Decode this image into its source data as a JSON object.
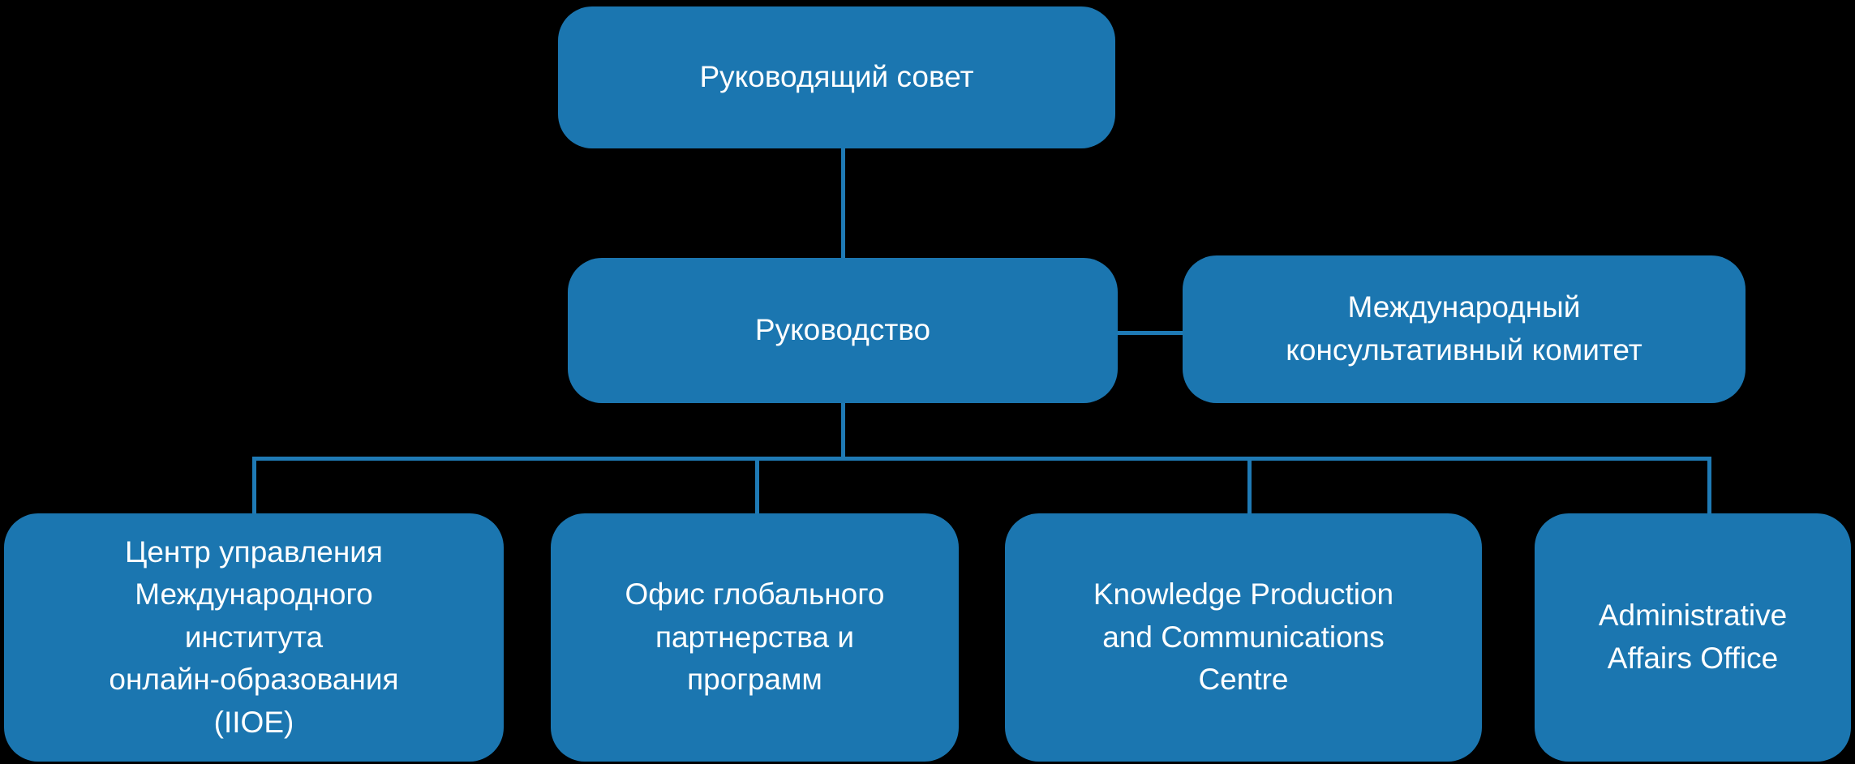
{
  "diagram": {
    "type": "org-chart",
    "colors": {
      "background": "#000000",
      "node_fill": "#1b76b0",
      "connector": "#1f7ab5",
      "text": "#ffffff"
    },
    "nodes": {
      "governing_board": {
        "label": "Руководящий совет"
      },
      "management": {
        "label": "Руководство"
      },
      "advisory_committee": {
        "label": "Международный\nконсультативный комитет"
      },
      "iioe_centre": {
        "label": "Центр управления\nМеждународного\nинститута\nонлайн-образования\n(IIOE)"
      },
      "global_partnership_office": {
        "label": "Офис глобального\nпартнерства и\nпрограмм"
      },
      "knowledge_centre": {
        "label": "Knowledge Production\nand Communications\nCentre"
      },
      "admin_office": {
        "label": "Administrative\nAffairs Office"
      }
    },
    "edges": [
      {
        "from": "governing_board",
        "to": "management"
      },
      {
        "from": "management",
        "to": "advisory_committee"
      },
      {
        "from": "management",
        "to": "iioe_centre"
      },
      {
        "from": "management",
        "to": "global_partnership_office"
      },
      {
        "from": "management",
        "to": "knowledge_centre"
      },
      {
        "from": "management",
        "to": "admin_office"
      }
    ]
  }
}
